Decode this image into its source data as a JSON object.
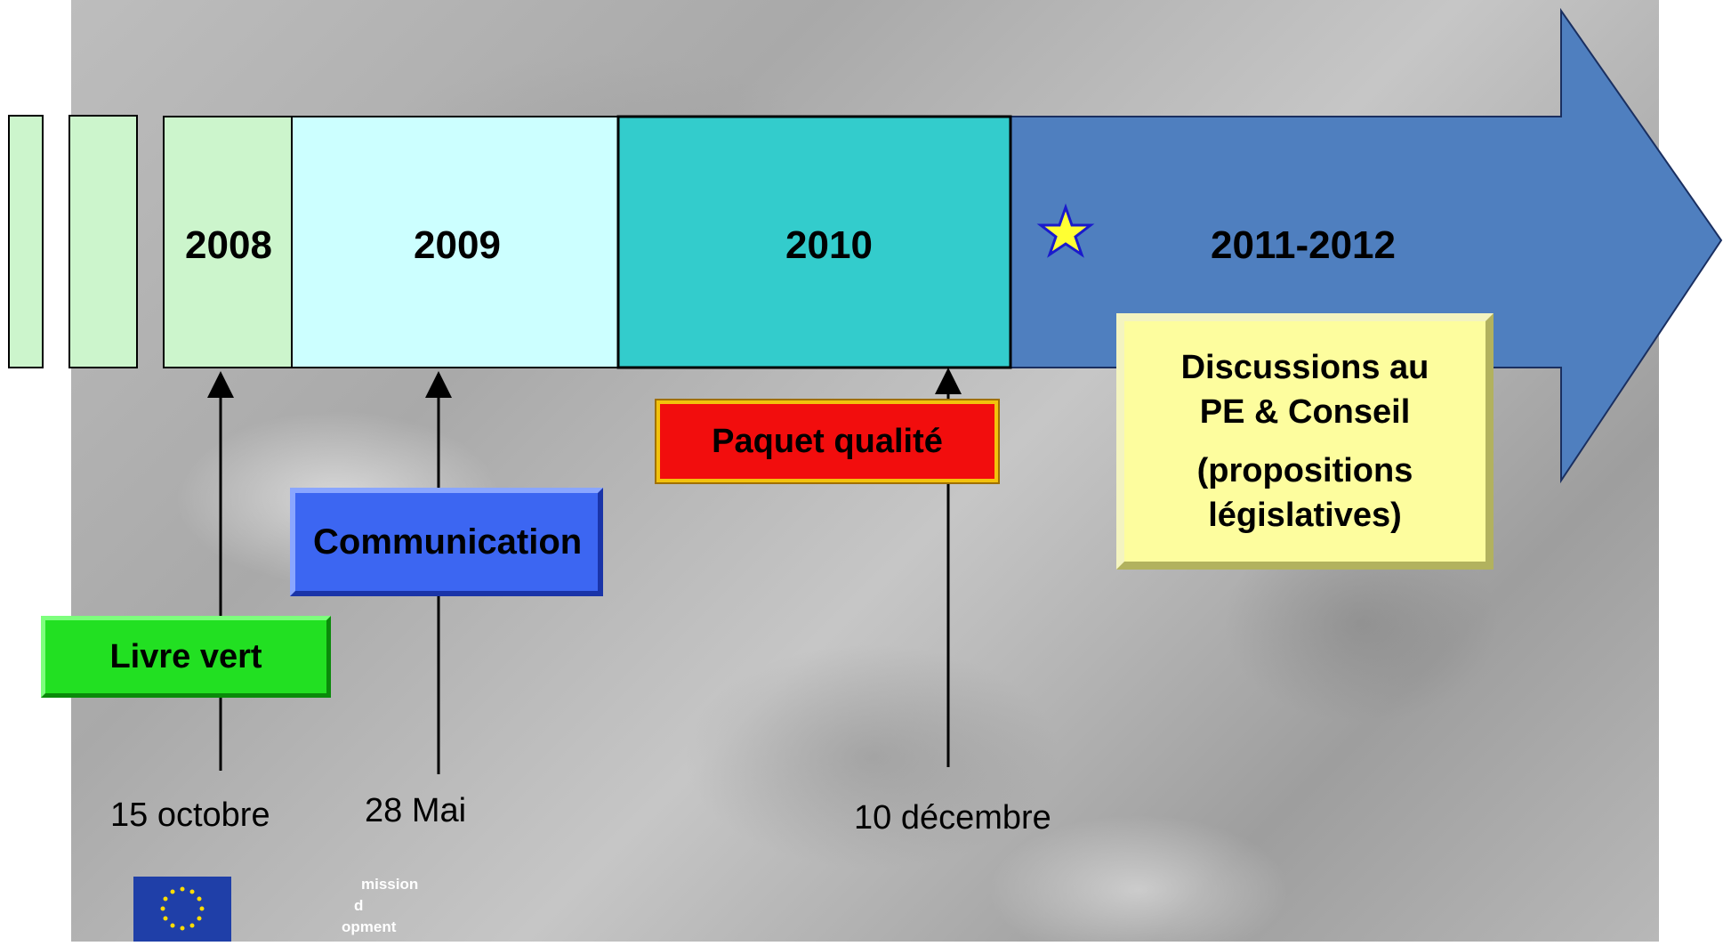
{
  "timeline": {
    "years": [
      "2008",
      "2009",
      "2010",
      "2011-2012"
    ],
    "colors": {
      "year_2008": "#ccf5cc",
      "year_2009": "#ccffff",
      "year_2010": "#33cccc",
      "arrow": "#4f7fbf",
      "star_fill": "#ffff33",
      "star_stroke": "#1a1acc"
    }
  },
  "events": {
    "livre_vert": {
      "label": "Livre vert",
      "date": "15 octobre",
      "color": "#22e022"
    },
    "communication": {
      "label": "Communication",
      "date": "28 Mai",
      "color": "#3c66f2"
    },
    "paquet": {
      "label": "Paquet qualité",
      "date": "10 décembre",
      "color": "#f20d0d"
    },
    "discussions": {
      "line1": "Discussions au",
      "line2": "PE & Conseil",
      "line3": "(propositions",
      "line4": "législatives)",
      "color": "#fdfd9e"
    }
  },
  "footer": {
    "logo_icon": "eu-flag-icon",
    "logo_text_line1": "mission",
    "logo_text_line2": "d",
    "logo_text_line3": "opment"
  }
}
